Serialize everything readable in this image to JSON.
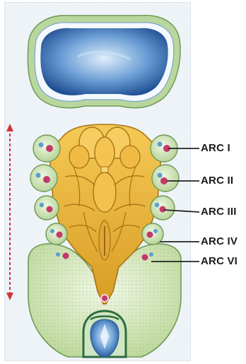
{
  "labels": {
    "arc1": "ARC I",
    "arc2": "ARC II",
    "arc3": "ARC III",
    "arc4": "ARC IV",
    "arc6": "ARC VI"
  },
  "colors": {
    "panel_background": "#eef3f8",
    "green_tissue": "#cfe3b0",
    "yellow_tissue": "#e9b43a",
    "blue_cavity": "#3a72b5",
    "arrow": "#d8323a",
    "leader_line": "#222222"
  }
}
